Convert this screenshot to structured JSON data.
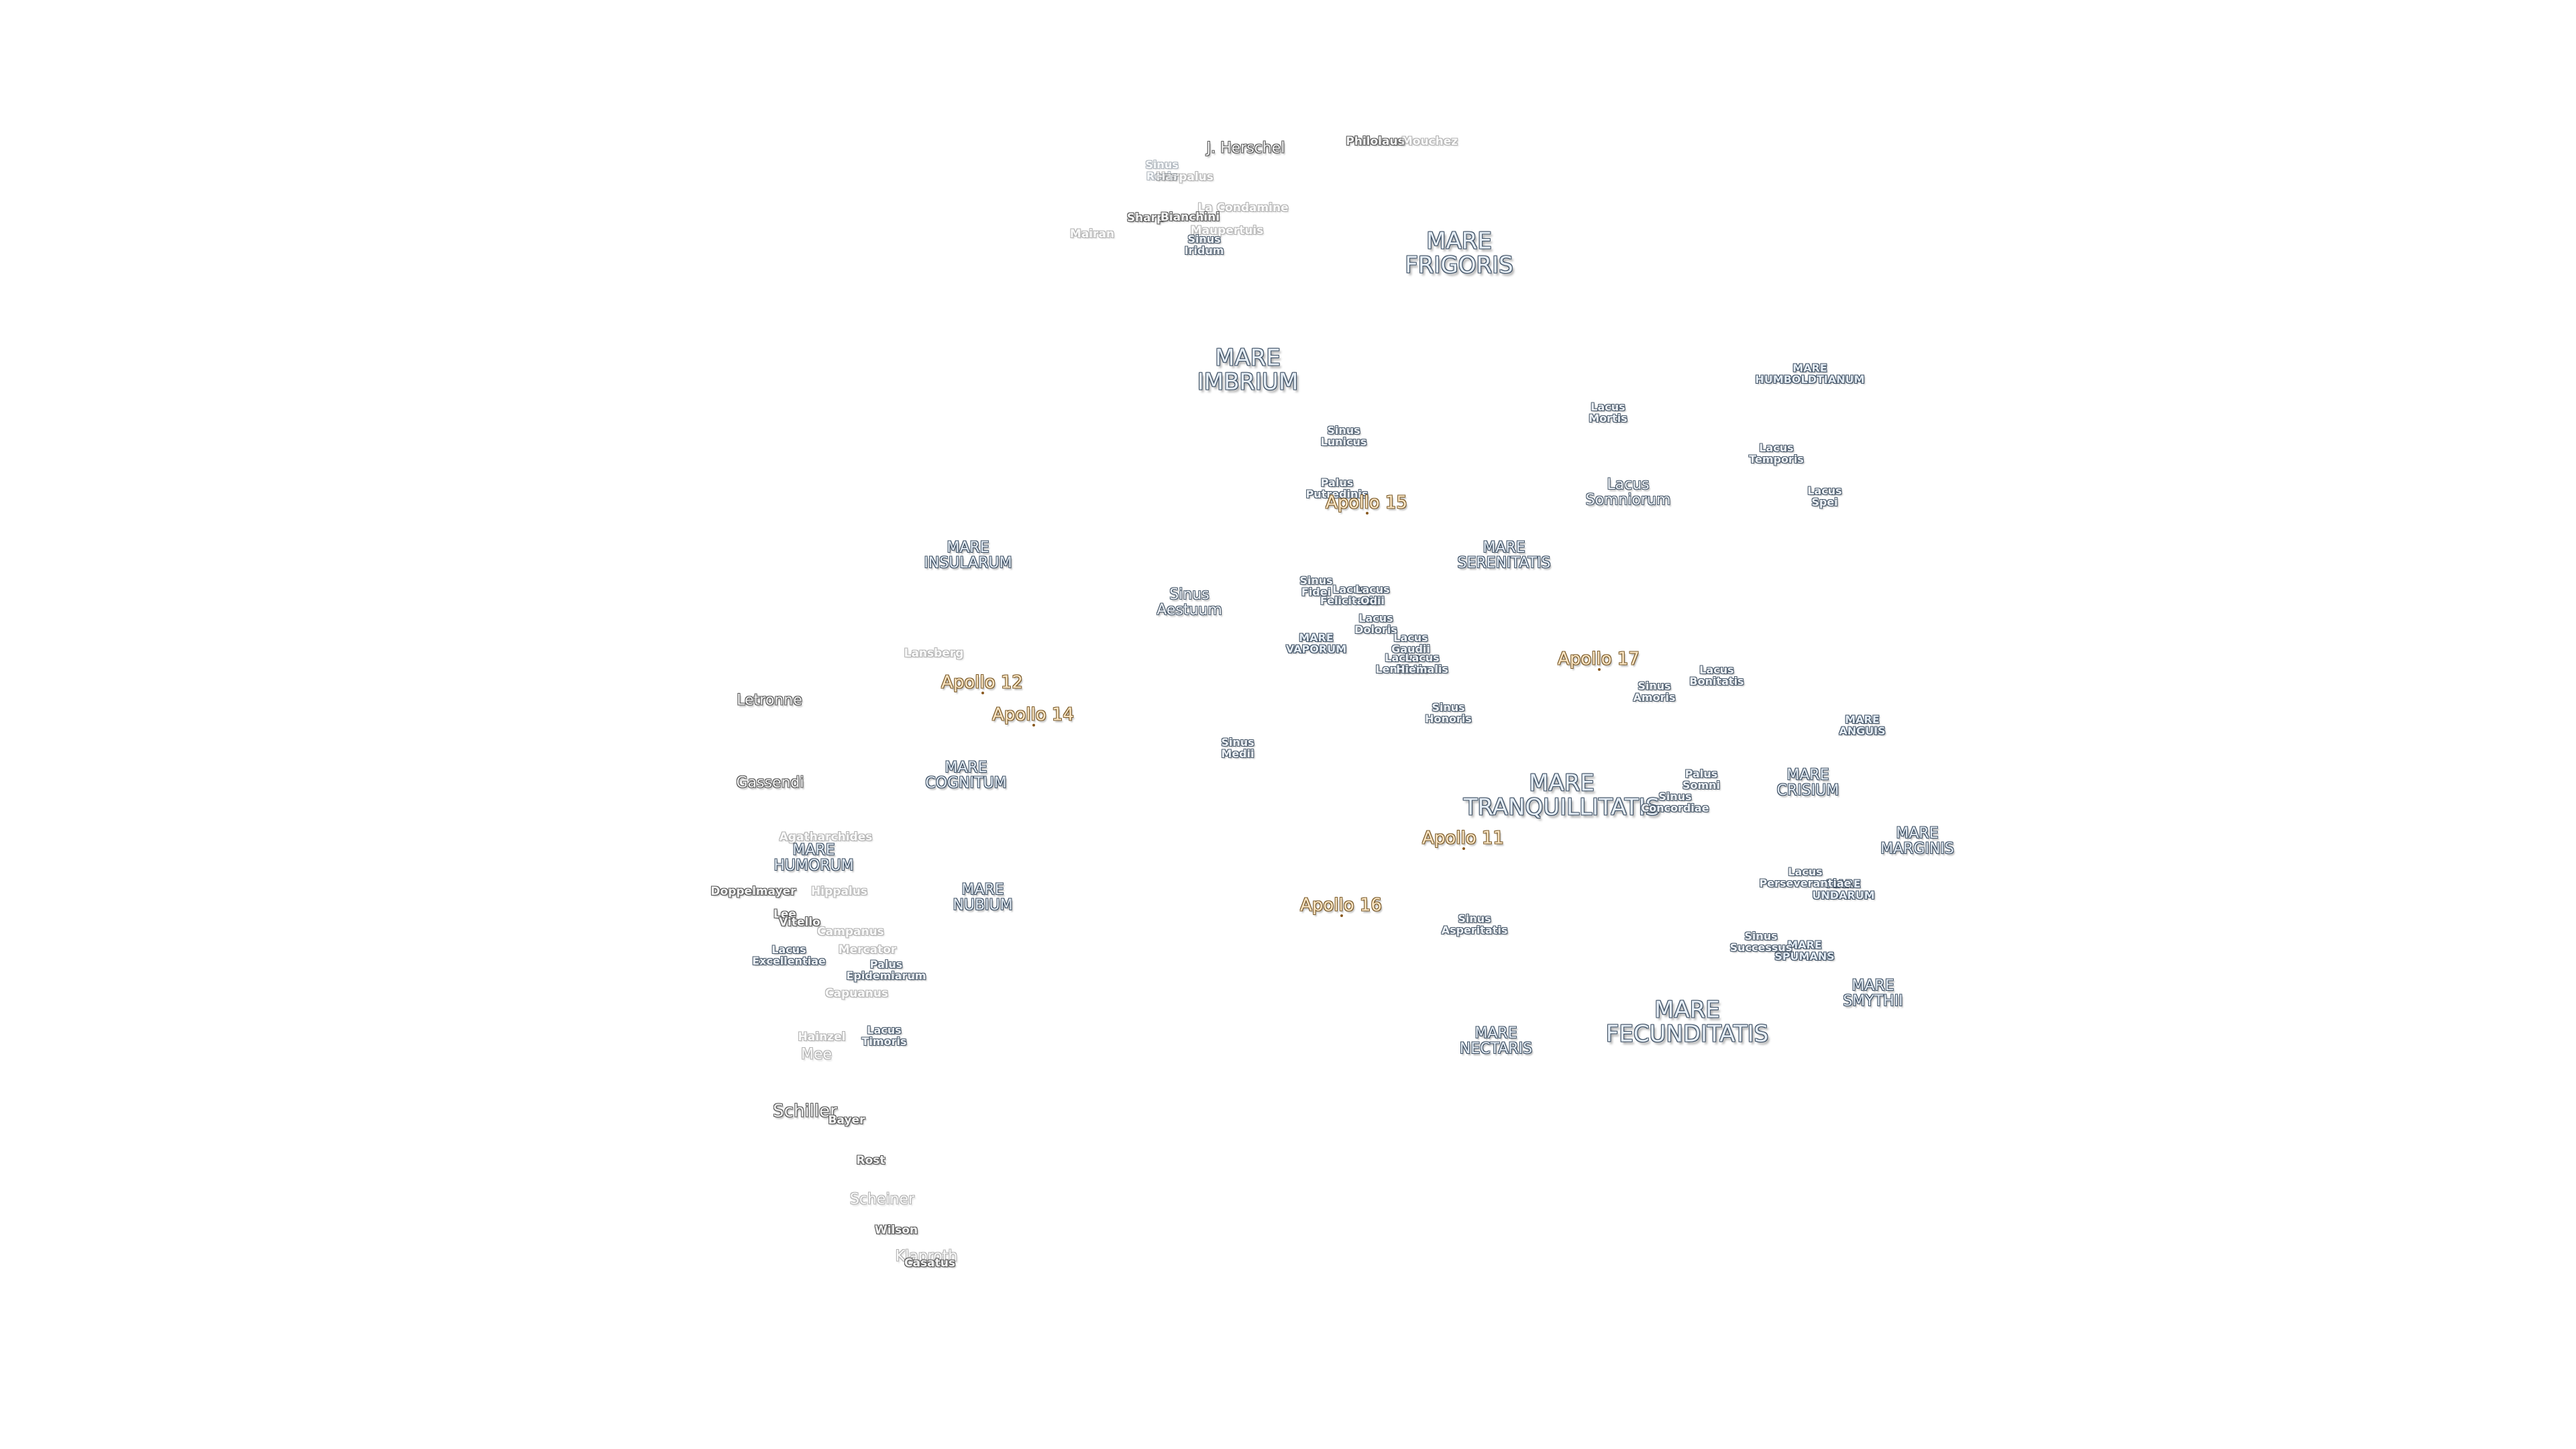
{
  "map": {
    "colors": {
      "background": "#ffffff",
      "mare_text": "#e6eef6",
      "mare_outline": "#3d4f63",
      "apollo_text": "#fbe6c4",
      "apollo_outline": "#7a5a2a"
    },
    "maria": {
      "frigoris": "MARE\nFRIGORIS",
      "imbrium": "MARE\nIMBRIUM",
      "serenitatis": "MARE\nSERENITATIS",
      "tranquillitatis": "MARE\nTRANQUILLITATIS",
      "crisium": "MARE\nCRISIUM",
      "fecunditatis": "MARE\nFECUNDITATIS",
      "nubium": "MARE\nNUBIUM",
      "insularum": "MARE\nINSULARUM",
      "cognitum": "MARE\nCOGNITUM",
      "humorum": "MARE\nHUMORUM",
      "vaporum": "MARE\nVAPORUM",
      "nectaris": "MARE\nNECTARIS",
      "humboldtianum": "MARE\nHUMBOLDTIANUM",
      "anguis": "MARE\nANGUIS",
      "marginis": "MARE\nMARGINIS",
      "undarum": "MARE\nUNDARUM",
      "spumans": "MARE\nSPUMANS",
      "smythii": "MARE\nSMYTHII"
    },
    "features": {
      "sinus_iridum": "Sinus\nIridum",
      "sinus_lunicus": "Sinus\nLunicus",
      "palus_putredinis": "Palus\nPutredinis",
      "lacus_mortis": "Lacus\nMortis",
      "lacus_temporis": "Lacus\nTemporis",
      "lacus_somniorum": "Lacus\nSomniorum",
      "lacus_spei": "Lacus\nSpei",
      "sinus_aestuum": "Sinus\nAestuum",
      "sinus_fidei": "Sinus\nFidei",
      "lacus_felicitatis": "Lacus\nFelicitatis",
      "lacus_odii": "Lacus\nOdii",
      "lacus_doloris": "Lacus\nDoloris",
      "lacus_gaudii": "Lacus\nGaudii",
      "lacus_lenitatis": "Lacus\nLenitatis",
      "lacus_hiemalis": "Lacus\nHiemalis",
      "sinus_honoris": "Sinus\nHonoris",
      "sinus_amoris": "Sinus\nAmoris",
      "lacus_bonitatis": "Lacus\nBonitatis",
      "sinus_medii": "Sinus\nMedii",
      "palus_somni": "Palus\nSomni",
      "sinus_concordiae": "Sinus\nConcordiae",
      "lacus_perseverantiae": "Lacus\nPerseverantiae",
      "sinus_asperitatis": "Sinus\nAsperitatis",
      "sinus_successus": "Sinus\nSuccessus",
      "lacus_excellentiae": "Lacus\nExcellentiae",
      "palus_epidemiarum": "Palus\nEpidemiarum",
      "lacus_timoris": "Lacus\nTimoris",
      "sinus_roris": "Sinus\nRoris"
    },
    "craters": {
      "j_herschel": "J. Herschel",
      "philolaus": "Philolaus",
      "mouchez": "Mouchez",
      "harpalus": "Harpalus",
      "la_condamine": "La Condamine",
      "sharp": "Sharp",
      "bianchini": "Bianchini",
      "maupertuis": "Maupertuis",
      "mairan": "Mairan",
      "lansberg": "Lansberg",
      "letronne": "Letronne",
      "gassendi": "Gassendi",
      "agatharchides": "Agatharchides",
      "doppelmayer": "Doppelmayer",
      "hippalus": "Hippalus",
      "lee": "Lee",
      "vitello": "Vitello",
      "campanus": "Campanus",
      "mercator": "Mercator",
      "capuanus": "Capuanus",
      "hainzel": "Hainzel",
      "mee": "Mee",
      "schiller": "Schiller",
      "bayer": "Bayer",
      "rost": "Rost",
      "scheiner": "Scheiner",
      "wilson": "Wilson",
      "klaproth": "Klaproth",
      "casatus": "Casatus"
    },
    "apollo_sites": {
      "a11": "Apollo 11",
      "a12": "Apollo 12",
      "a14": "Apollo 14",
      "a15": "Apollo 15",
      "a16": "Apollo 16",
      "a17": "Apollo 17"
    }
  }
}
